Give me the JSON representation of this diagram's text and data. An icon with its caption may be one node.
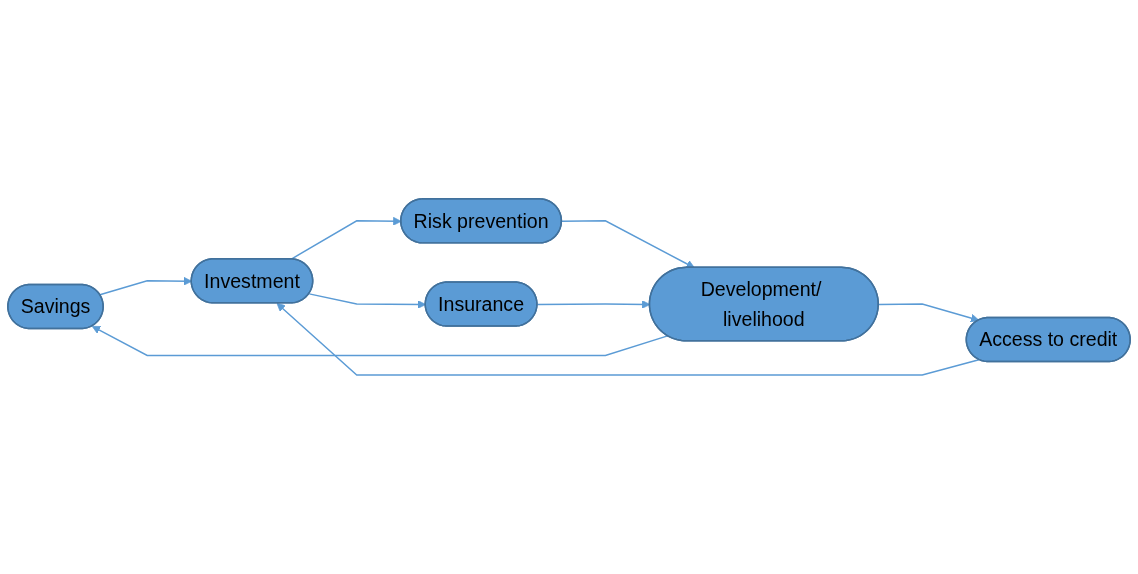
{
  "diagram": {
    "nodes": [
      {
        "text": [
          "Savings"
        ]
      },
      {
        "text": [
          "Access to credit"
        ]
      },
      {
        "text": [
          "Investment"
        ]
      },
      {
        "text": [
          "Risk prevention"
        ]
      },
      {
        "text": [
          "Insurance"
        ]
      },
      {
        "text": [
          "Development/ livelihood"
        ]
      }
    ],
    "edges": [
      {
        "from": 0,
        "to": 2,
        "arrow": "to"
      },
      {
        "from": 1,
        "to": 2,
        "arrow": "to"
      },
      {
        "from": 2,
        "to": 3,
        "arrow": "to"
      },
      {
        "from": 2,
        "to": 4,
        "arrow": "to"
      },
      {
        "from": 3,
        "to": 5,
        "arrow": "to"
      },
      {
        "from": 4,
        "to": 5,
        "arrow": "to"
      },
      {
        "from": 5,
        "to": 0,
        "arrow": "to"
      },
      {
        "from": 5,
        "to": 1,
        "arrow": "to"
      }
    ]
  }
}
